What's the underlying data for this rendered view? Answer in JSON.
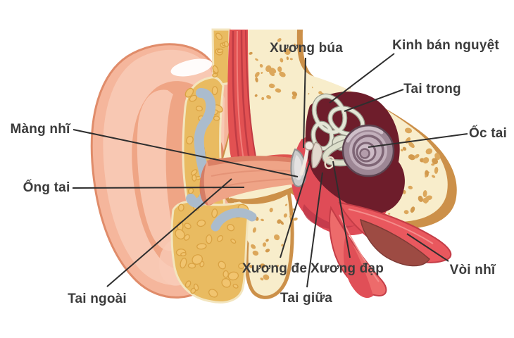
{
  "diagram": {
    "subject": "ear-anatomy",
    "labels": [
      {
        "id": "malleus",
        "text": "Xương búa"
      },
      {
        "id": "semicircular-canals",
        "text": "Kinh bán nguyệt"
      },
      {
        "id": "inner-ear",
        "text": "Tai trong"
      },
      {
        "id": "cochlea",
        "text": "Ốc tai"
      },
      {
        "id": "eardrum",
        "text": "Màng nhĩ"
      },
      {
        "id": "ear-canal",
        "text": "Ống tai"
      },
      {
        "id": "outer-ear",
        "text": "Tai ngoài"
      },
      {
        "id": "incus",
        "text": "Xương đe"
      },
      {
        "id": "stapes",
        "text": "Xương đạp"
      },
      {
        "id": "middle-ear",
        "text": "Tai giữa"
      },
      {
        "id": "eustachian-tube",
        "text": "Vòi nhĩ"
      }
    ],
    "colors": {
      "background": "#ffffff",
      "label_text": "#3b3b3b",
      "leader_line": "#2e2e2e",
      "skin": "#f5b69c",
      "skin_outline": "#e08c6a",
      "bone": "#f8edcb",
      "bone_rim": "#cc9049",
      "bone_spots": "#dca75b",
      "fat": "#e9bb61",
      "fat_blobs": "#f1c46f",
      "muscle_red": "#e25152",
      "cavity_red": "#df4c57",
      "inner_ear_maroon": "#6e1d2b",
      "canal_ring_gray": "#e4e6d6",
      "cochlea_mauve": "#9d8795",
      "cartilage_blue": "#abbccd",
      "eustachian_brown": "#9d4b43"
    }
  }
}
